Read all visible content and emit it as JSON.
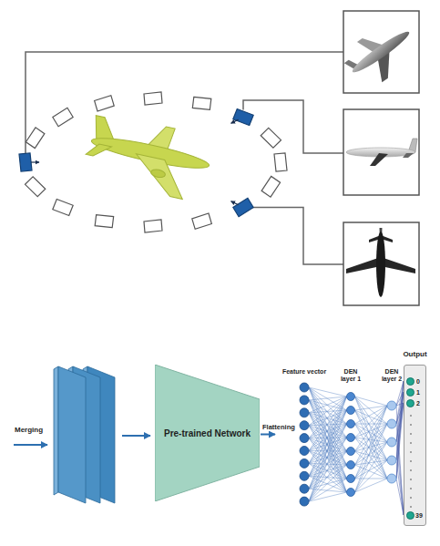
{
  "diagram": {
    "nodes": [
      {
        "text": [
          "Pre-trained Network"
        ]
      },
      {
        "text": [
          "Feature vector"
        ]
      },
      {
        "text": [
          "DEN layer 1"
        ]
      },
      {
        "text": [
          "DEN layer 2"
        ]
      },
      {
        "text": [
          "Output"
        ]
      }
    ],
    "edges": [
      {
        "from": 0,
        "to": 1,
        "arrow": "to",
        "label": "Flattening"
      }
    ],
    "labels": [
      "Merging",
      "0",
      "1",
      "2",
      "39"
    ]
  }
}
